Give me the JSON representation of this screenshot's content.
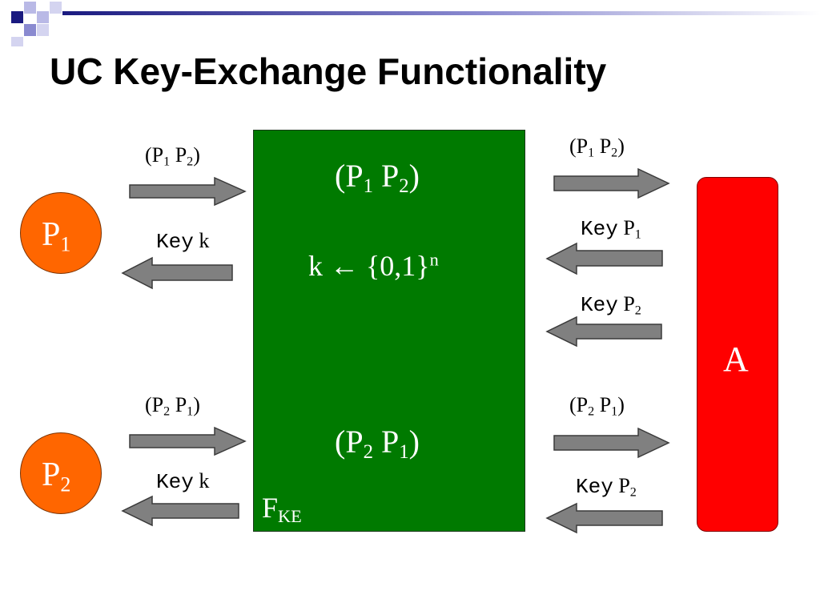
{
  "slide": {
    "title": "UC Key-Exchange Functionality"
  },
  "functionality": {
    "line1_open": "(P",
    "line1_s1": "1",
    "line1_mid": " P",
    "line1_s2": "2",
    "line1_close": ")",
    "sample_lhs": "k ← {0,1}",
    "sample_exp": "n",
    "line2_open": "(P",
    "line2_s1": "2",
    "line2_mid": " P",
    "line2_s2": "1",
    "line2_close": ")",
    "name": "F",
    "name_sub": "KE"
  },
  "adversary": {
    "label": "A"
  },
  "party1": {
    "base": "P",
    "sub": "1"
  },
  "party2": {
    "base": "P",
    "sub": "2"
  },
  "messages": {
    "p1_in": {
      "open": "(P",
      "s1": "1",
      "mid": " P",
      "s2": "2",
      "close": ")"
    },
    "p1_key": {
      "mono": "Key",
      "rest": " k"
    },
    "p2_in": {
      "open": "(P",
      "s1": "2",
      "mid": " P",
      "s2": "1",
      "close": ")"
    },
    "p2_key": {
      "mono": "Key",
      "rest": " k"
    },
    "a_out1": {
      "open": "(P",
      "s1": "1",
      "mid": " P",
      "s2": "2",
      "close": ")"
    },
    "a_key1": {
      "mono": "Key",
      "base": " P",
      "sub": "1"
    },
    "a_key2": {
      "mono": "Key",
      "base": " P",
      "sub": "2"
    },
    "a_out2": {
      "open": "(P",
      "s1": "2",
      "mid": " P",
      "s2": "1",
      "close": ")"
    },
    "a_key3": {
      "mono": "Key",
      "base": " P",
      "sub": "2"
    }
  },
  "colors": {
    "functionality_fill": "#007a00",
    "adversary_fill": "#ff0000",
    "party_fill": "#ff6600",
    "arrow_fill": "#808080",
    "corner_navy": "#1a1a80",
    "corner_blue": "#8a8ad0"
  }
}
